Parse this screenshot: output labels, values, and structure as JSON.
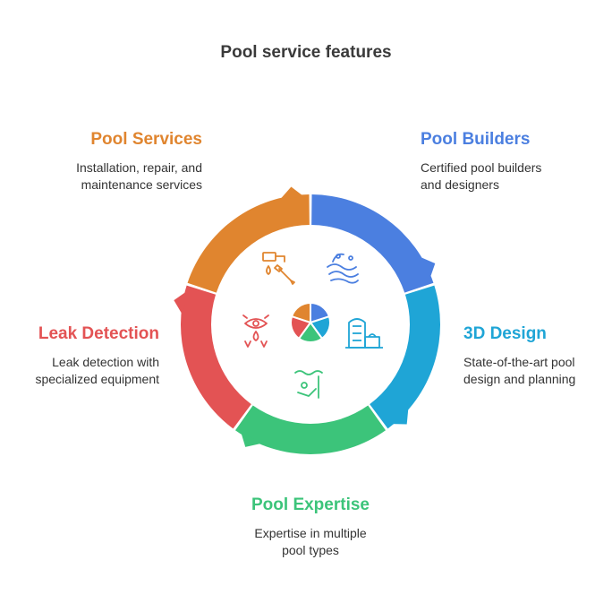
{
  "title": "Pool service features",
  "colors": {
    "orange": "#e0852f",
    "blue": "#4b7fe0",
    "cyan": "#1fa5d6",
    "green": "#3cc47a",
    "red": "#e35354",
    "icon_stroke": "#f0a07a"
  },
  "features": [
    {
      "heading": "Pool Services",
      "description": "Installation, repair, and\nmaintenance services",
      "color": "#e0852f",
      "icon": "faucet-wrench-icon"
    },
    {
      "heading": "Pool Builders",
      "description": "Certified pool builders\nand designers",
      "color": "#4b7fe0",
      "icon": "water-splash-icon"
    },
    {
      "heading": "3D Design",
      "description": "State-of-the-art pool\ndesign and planning",
      "color": "#1fa5d6",
      "icon": "building-design-icon"
    },
    {
      "heading": "Pool Expertise",
      "description": "Expertise in multiple\npool types",
      "color": "#3cc47a",
      "icon": "swimmer-icon"
    },
    {
      "heading": "Leak Detection",
      "description": "Leak detection with\nspecialized equipment",
      "color": "#e35354",
      "icon": "eye-droplet-icon"
    }
  ]
}
